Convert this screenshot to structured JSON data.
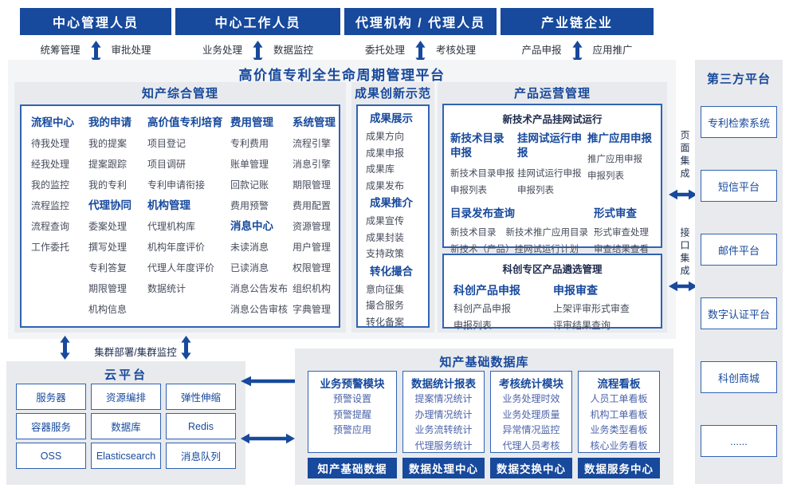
{
  "colors": {
    "primary": "#17499c",
    "border": "#2f63b4",
    "panel_bg": "#e9eaed",
    "outer_bg": "#f4f5f7",
    "item_text": "#474c5c",
    "db_item_text": "#4c63a8",
    "dark_text": "#1d2b4d"
  },
  "actors": [
    {
      "title": "中心管理人员",
      "left_label": "统筹管理",
      "right_label": "审批处理"
    },
    {
      "title": "中心工作人员",
      "left_label": "业务处理",
      "right_label": "数据监控"
    },
    {
      "title": "代理机构 / 代理人员",
      "left_label": "委托处理",
      "right_label": "考核处理"
    },
    {
      "title": "产业链企业",
      "left_label": "产品申报",
      "right_label": "应用推广"
    }
  ],
  "platform": {
    "title": "高价值专利全生命周期管理平台",
    "sections": {
      "integrated": {
        "title": "知产综合管理",
        "columns": [
          [
            {
              "h": "流程中心"
            },
            "待我处理",
            "经我处理",
            "我的监控",
            "流程监控",
            "流程查询",
            "工作委托"
          ],
          [
            {
              "h": "我的申请"
            },
            "我的提案",
            "提案跟踪",
            "我的专利",
            {
              "h": "代理协同"
            },
            "委案处理",
            "撰写处理",
            "专利答复",
            "期限管理",
            "机构信息"
          ],
          [
            {
              "h": "高价值专利培育"
            },
            "项目登记",
            "项目调研",
            "专利申请衔接",
            {
              "h": "机构管理"
            },
            "代理机构库",
            "机构年度评价",
            "代理人年度评价",
            "数据统计"
          ],
          [
            {
              "h": "费用管理"
            },
            "专利费用",
            "账单管理",
            "回款记账",
            "费用预警",
            {
              "h": "消息中心"
            },
            "未读消息",
            "已读消息",
            "消息公告发布",
            "消息公告审核"
          ],
          [
            {
              "h": "系统管理"
            },
            "流程引擎",
            "消息引擎",
            "期限管理",
            "费用配置",
            "资源管理",
            "用户管理",
            "权限管理",
            "组织机构",
            "字典管理"
          ]
        ]
      },
      "achievement": {
        "title": "成果创新示范",
        "groups": [
          {
            "header": "成果展示",
            "items": [
              "成果方向",
              "成果申报",
              "成果库",
              "成果发布"
            ]
          },
          {
            "header": "成果推介",
            "items": [
              "成果宣传",
              "成果封装",
              "支持政策"
            ]
          },
          {
            "header": "转化撮合",
            "items": [
              "意向征集",
              "撮合服务",
              "转化备案"
            ]
          }
        ]
      },
      "product": {
        "title": "产品运营管理",
        "box1": {
          "title": "新技术产品挂网试运行",
          "columns": [
            {
              "header": "新技术目录申报",
              "items": [
                "新技术目录申报",
                "申报列表"
              ]
            },
            {
              "header": "挂网试运行申报",
              "items": [
                "挂网试运行申报",
                "申报列表"
              ]
            },
            {
              "header": "推广应用申报",
              "items": [
                "推广应用申报",
                "申报列表"
              ]
            }
          ],
          "catalog": {
            "header": "目录发布查询",
            "items": [
              "新技术目录",
              "新技术推广应用目录",
              "新技术（产品）挂网试运行计划"
            ]
          },
          "review": {
            "header": "形式审查",
            "items": [
              "形式审查处理",
              "审查结果查看"
            ]
          }
        },
        "box2": {
          "title": "科创专区产品遴选管理",
          "columns": [
            {
              "header": "科创产品申报",
              "items": [
                "科创产品申报",
                "申报列表"
              ]
            },
            {
              "header": "申报审查",
              "items": [
                "上架评审形式审查",
                "评审结果查询"
              ]
            }
          ]
        }
      }
    }
  },
  "integration": {
    "page": "页面集成",
    "api": "接口集成"
  },
  "third_party": {
    "title": "第三方平台",
    "items": [
      "专利检索系统",
      "短信平台",
      "邮件平台",
      "数字认证平台",
      "科创商城",
      "......"
    ]
  },
  "cluster_label": "集群部署/集群监控",
  "cloud": {
    "title": "云平台",
    "items": [
      "服务器",
      "资源编排",
      "弹性伸缩",
      "容器服务",
      "数据库",
      "Redis",
      "OSS",
      "Elasticsearch",
      "消息队列"
    ]
  },
  "database": {
    "title": "知产基础数据库",
    "modules": [
      {
        "header": "业务预警模块",
        "items": [
          "预警设置",
          "预警提醒",
          "预警应用"
        ]
      },
      {
        "header": "数据统计报表",
        "items": [
          "提案情况统计",
          "办理情况统计",
          "业务流转统计",
          "代理服务统计"
        ]
      },
      {
        "header": "考核统计模块",
        "items": [
          "业务处理时效",
          "业务处理质量",
          "异常情况监控",
          "代理人员考核"
        ]
      },
      {
        "header": "流程看板",
        "items": [
          "人员工单看板",
          "机构工单看板",
          "业务类型看板",
          "核心业务看板"
        ]
      }
    ],
    "bottom": [
      "知产基础数据",
      "数据处理中心",
      "数据交换中心",
      "数据服务中心"
    ]
  }
}
